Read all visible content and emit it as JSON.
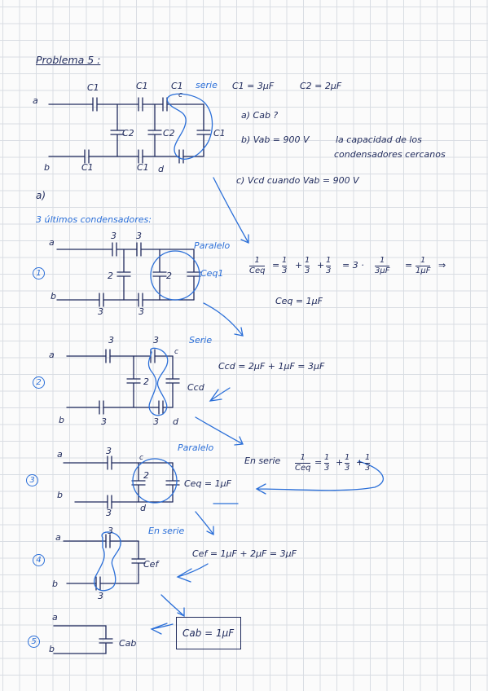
{
  "title": "Problema 5 :",
  "circuit_top": {
    "node_a": "a",
    "node_b": "b",
    "node_c": "c",
    "node_d": "d",
    "labels_top": [
      "C1",
      "C1",
      "C1"
    ],
    "serie_note": "serie",
    "label_c2_left": "C2",
    "label_c2_mid": "C2",
    "label_c1_right": "C1",
    "labels_bottom": [
      "C1",
      "C1"
    ]
  },
  "given": {
    "c1": "C1 = 3μF",
    "c2": "C2 = 2μF"
  },
  "questions": {
    "a": "a) Cab ?",
    "b": "b) Vab = 900 V",
    "b_note_1": "la capacidad de los",
    "b_note_2": "condensadores cercanos",
    "c": "c) Vcd   cuando Vab = 900 V"
  },
  "section_a": "a)",
  "step_intro": "3 últimos condensadores:",
  "step1": {
    "num": "1",
    "node_a": "a",
    "node_b": "b",
    "vals_top": [
      "3",
      "3"
    ],
    "val_mid": "2",
    "val_inner": "2",
    "vals_bottom": [
      "3",
      "3"
    ],
    "tag": "Paralelo",
    "ceq_label": "Ceq1",
    "eq_lhs_num": "1",
    "eq_lhs_den": "Ceq",
    "eq_terms": [
      "1",
      "3",
      "1",
      "3",
      "1",
      "3"
    ],
    "eq_mid": "= 3 ·",
    "eq_mid_num": "1",
    "eq_mid_den": "3μF",
    "eq_rhs_num": "1",
    "eq_rhs_den": "1μF",
    "result": "Ceq = 1μF"
  },
  "step2": {
    "num": "2",
    "node_a": "a",
    "node_b": "b",
    "node_c": "c",
    "node_d": "d",
    "vals_top": [
      "3",
      "3"
    ],
    "val_mid": "2",
    "vals_bottom": [
      "3",
      "3"
    ],
    "tag": "Serie",
    "ccd_label": "Ccd",
    "equation": "Ccd = 2μF + 1μF = 3μF"
  },
  "step3": {
    "num": "3",
    "node_a": "a",
    "node_b": "b",
    "node_c": "c",
    "node_d": "d",
    "val_top": "3",
    "val_mid": "2",
    "val_bottom": "3",
    "tag": "Paralelo",
    "ceq_label": "Ceq = 1μF",
    "serie_note": "En serie",
    "eq_lhs_num": "1",
    "eq_lhs_den": "Ceq",
    "eq_terms": [
      "1",
      "3",
      "1",
      "3",
      "1",
      "3"
    ]
  },
  "step4": {
    "num": "4",
    "node_a": "a",
    "node_b": "b",
    "val_top": "3",
    "val_bottom": "3",
    "tag": "En serie",
    "cef_label": "Cef",
    "equation": "Cef = 1μF + 2μF = 3μF"
  },
  "step5": {
    "num": "5",
    "node_a": "a",
    "node_b": "b",
    "cab_label": "Cab",
    "answer": "Cab = 1μF"
  }
}
